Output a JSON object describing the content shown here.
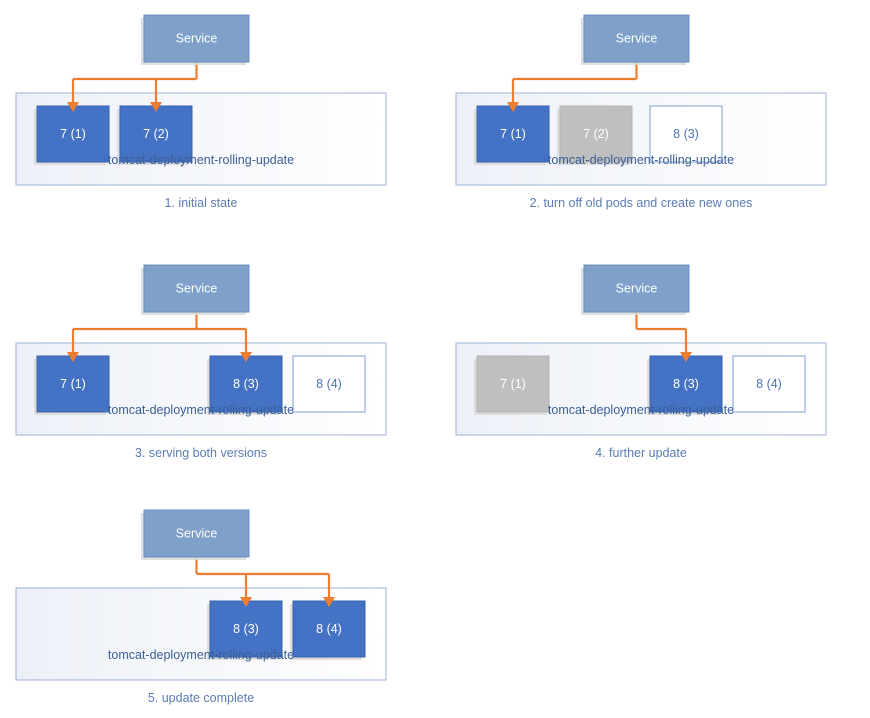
{
  "diagram": {
    "title": "Kubernetes rolling update sequence",
    "service_label": "Service",
    "deployment_label": "tomcat-deployment-rolling-update",
    "colors": {
      "service_fill": "#7FA0C8",
      "service_stroke": "#6B8FBC",
      "pod_active_fill": "#4472C4",
      "pod_active_stroke": "#3A62AB",
      "pod_terminating_fill": "#BFBFBF",
      "pod_terminating_stroke": "#B3B3B3",
      "pod_pending_fill": "#FFFFFF",
      "pod_pending_stroke": "#7C9FD0",
      "deployment_fill": "#F3F5FA",
      "deployment_stroke": "#9BB3D6",
      "arrow": "#ED7D31",
      "caption_text": "#5B7CB5",
      "deployment_text": "#3B5F96",
      "shadow": "#D9D9D9"
    },
    "panels": [
      {
        "id": "panel-1",
        "caption": "1. initial state",
        "service_label": "Service",
        "deployment_label": "tomcat-deployment-rolling-update",
        "arrow_targets": [
          1,
          2
        ],
        "pods": [
          {
            "slot": 1,
            "label": "7 (1)",
            "state": "active"
          },
          {
            "slot": 2,
            "label": "7 (2)",
            "state": "active"
          },
          {
            "slot": 3,
            "label": "",
            "state": "absent"
          },
          {
            "slot": 4,
            "label": "",
            "state": "absent"
          }
        ]
      },
      {
        "id": "panel-2",
        "caption": "2. turn off old pods and create new ones",
        "service_label": "Service",
        "deployment_label": "tomcat-deployment-rolling-update",
        "arrow_targets": [
          1
        ],
        "pods": [
          {
            "slot": 1,
            "label": "7 (1)",
            "state": "active"
          },
          {
            "slot": 2,
            "label": "7 (2)",
            "state": "terminating"
          },
          {
            "slot": 3,
            "label": "8 (3)",
            "state": "pending"
          },
          {
            "slot": 4,
            "label": "",
            "state": "absent"
          }
        ]
      },
      {
        "id": "panel-3",
        "caption": "3. serving both versions",
        "service_label": "Service",
        "deployment_label": "tomcat-deployment-rolling-update",
        "arrow_targets": [
          1,
          3
        ],
        "pods": [
          {
            "slot": 1,
            "label": "7 (1)",
            "state": "active"
          },
          {
            "slot": 2,
            "label": "",
            "state": "absent"
          },
          {
            "slot": 3,
            "label": "8 (3)",
            "state": "active"
          },
          {
            "slot": 4,
            "label": "8 (4)",
            "state": "pending"
          }
        ]
      },
      {
        "id": "panel-4",
        "caption": "4. further update",
        "service_label": "Service",
        "deployment_label": "tomcat-deployment-rolling-update",
        "arrow_targets": [
          3
        ],
        "pods": [
          {
            "slot": 1,
            "label": "7 (1)",
            "state": "terminating"
          },
          {
            "slot": 2,
            "label": "",
            "state": "absent"
          },
          {
            "slot": 3,
            "label": "8 (3)",
            "state": "active"
          },
          {
            "slot": 4,
            "label": "8 (4)",
            "state": "pending"
          }
        ]
      },
      {
        "id": "panel-5",
        "caption": "5. update complete",
        "service_label": "Service",
        "deployment_label": "tomcat-deployment-rolling-update",
        "arrow_targets": [
          3,
          4
        ],
        "pods": [
          {
            "slot": 1,
            "label": "",
            "state": "absent"
          },
          {
            "slot": 2,
            "label": "",
            "state": "absent"
          },
          {
            "slot": 3,
            "label": "8 (3)",
            "state": "active"
          },
          {
            "slot": 4,
            "label": "8 (4)",
            "state": "active"
          }
        ]
      }
    ]
  }
}
